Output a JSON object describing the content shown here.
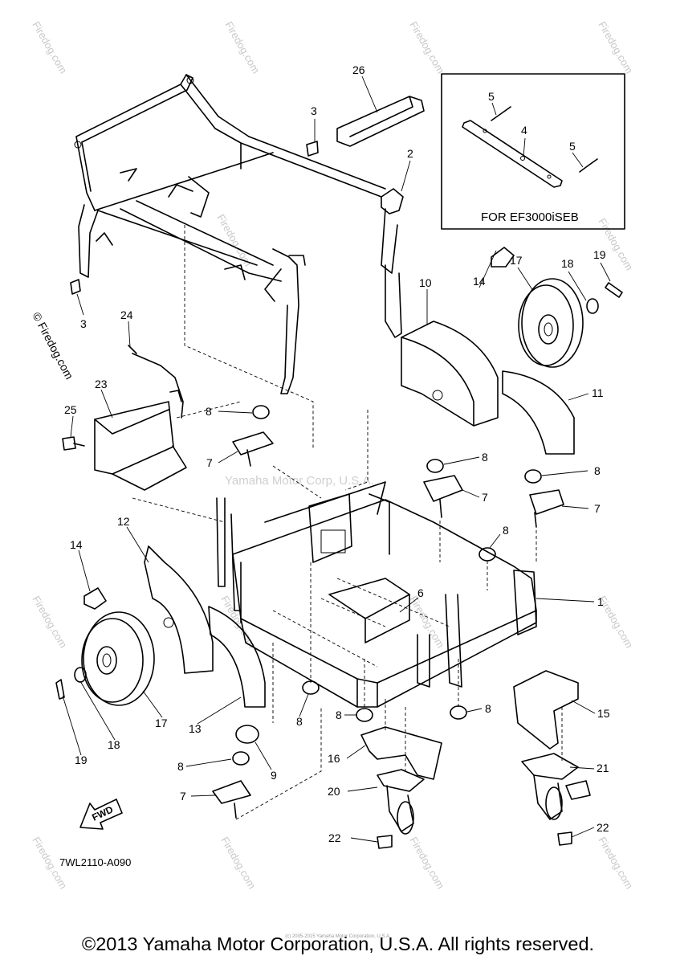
{
  "watermarks": {
    "site": "Firedog.com",
    "side": "© Firedog.com",
    "center": "Yamaha Motor Corp, U.S.A."
  },
  "diagram": {
    "code": "7WL2110-A090",
    "inset_title": "FOR  EF3000iSEB",
    "fwd_label": "FWD",
    "callouts": [
      {
        "id": "c26",
        "text": "26"
      },
      {
        "id": "c3a",
        "text": "3"
      },
      {
        "id": "c2",
        "text": "2"
      },
      {
        "id": "c3b",
        "text": "3"
      },
      {
        "id": "c5a",
        "text": "5"
      },
      {
        "id": "c4",
        "text": "4"
      },
      {
        "id": "c5b",
        "text": "5"
      },
      {
        "id": "c24",
        "text": "24"
      },
      {
        "id": "c23",
        "text": "23"
      },
      {
        "id": "c25",
        "text": "25"
      },
      {
        "id": "c10",
        "text": "10"
      },
      {
        "id": "c14a",
        "text": "14"
      },
      {
        "id": "c17a",
        "text": "17"
      },
      {
        "id": "c18a",
        "text": "18"
      },
      {
        "id": "c19a",
        "text": "19"
      },
      {
        "id": "c11",
        "text": "11"
      },
      {
        "id": "c8a",
        "text": "8"
      },
      {
        "id": "c7a",
        "text": "7"
      },
      {
        "id": "c8b",
        "text": "8"
      },
      {
        "id": "c7b",
        "text": "7"
      },
      {
        "id": "c8c",
        "text": "8"
      },
      {
        "id": "c7c",
        "text": "7"
      },
      {
        "id": "c8d",
        "text": "8"
      },
      {
        "id": "c12",
        "text": "12"
      },
      {
        "id": "c14b",
        "text": "14"
      },
      {
        "id": "c1",
        "text": "1"
      },
      {
        "id": "c6",
        "text": "6"
      },
      {
        "id": "c17b",
        "text": "17"
      },
      {
        "id": "c13",
        "text": "13"
      },
      {
        "id": "c8e",
        "text": "8"
      },
      {
        "id": "c8f",
        "text": "8"
      },
      {
        "id": "c8g",
        "text": "8"
      },
      {
        "id": "c15",
        "text": "15"
      },
      {
        "id": "c16",
        "text": "16"
      },
      {
        "id": "c18b",
        "text": "18"
      },
      {
        "id": "c19b",
        "text": "19"
      },
      {
        "id": "c8h",
        "text": "8"
      },
      {
        "id": "c9",
        "text": "9"
      },
      {
        "id": "c21",
        "text": "21"
      },
      {
        "id": "c20",
        "text": "20"
      },
      {
        "id": "c7d",
        "text": "7"
      },
      {
        "id": "c22a",
        "text": "22"
      },
      {
        "id": "c22b",
        "text": "22"
      }
    ]
  },
  "footer": {
    "copyright": "©2013 Yamaha Motor Corporation, U.S.A. All rights reserved.",
    "fine_print": "(c) 2005-2015 Yamaha Motor Corporation, U.S.A."
  }
}
